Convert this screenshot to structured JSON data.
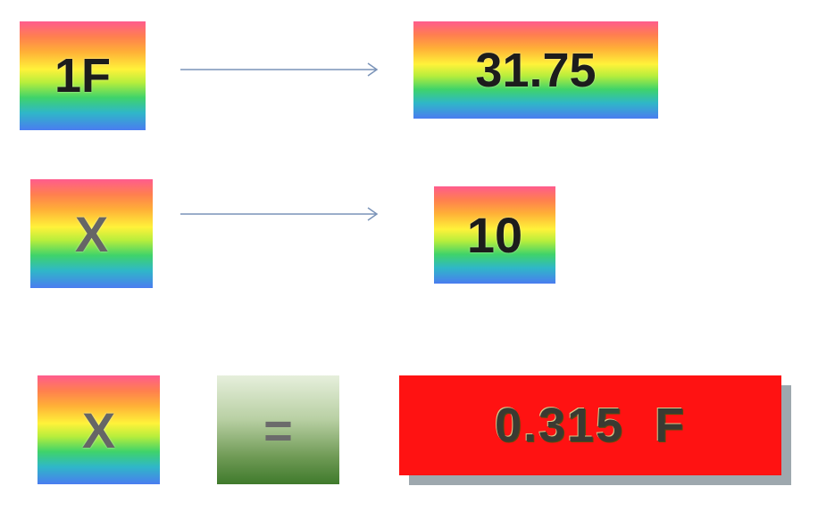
{
  "row1": {
    "left_label": "1F",
    "right_label": "31.75"
  },
  "row2": {
    "left_label": "X",
    "right_label": "10"
  },
  "row3": {
    "left_label": "X",
    "equals": "=",
    "result": "0.315  F"
  },
  "colors": {
    "arrow": "#7a93b8",
    "result_background": "#ff1212",
    "result_shadow": "#9ea8ae"
  }
}
